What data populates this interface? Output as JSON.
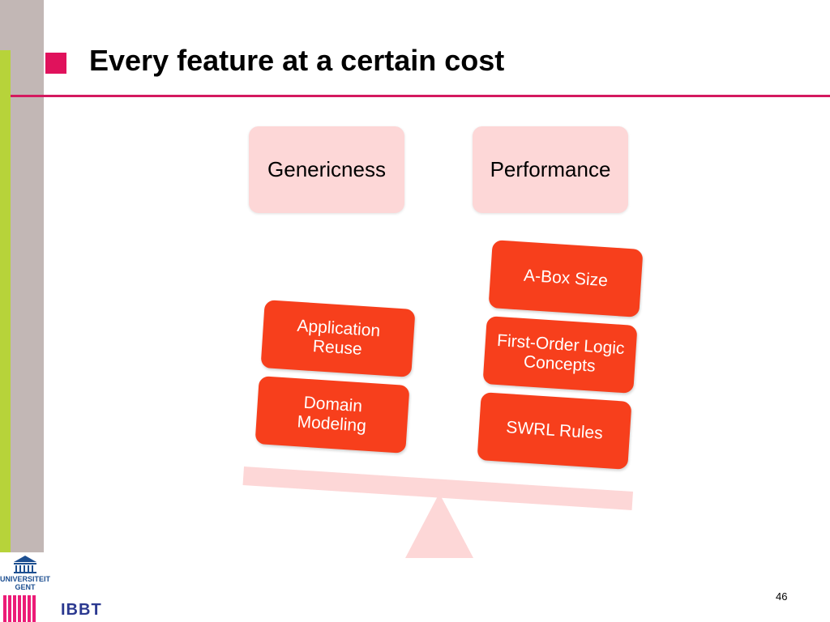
{
  "slide": {
    "title": "Every feature at a certain cost",
    "page_number": "46"
  },
  "diagram": {
    "left_header": "Genericness",
    "right_header": "Performance",
    "left_items": [
      "Application Reuse",
      "Domain Modeling"
    ],
    "right_items": [
      "A-Box Size",
      "First-Order Logic Concepts",
      "SWRL Rules"
    ]
  },
  "footer": {
    "logo_universiteit": "UNIVERSITEIT",
    "logo_gent": "GENT",
    "logo_ibbt": "IBBT"
  },
  "colors": {
    "accent": "#e0125c",
    "side_green": "#b7d33a",
    "side_gray": "#c2b7b5",
    "box_red": "#f73f1c",
    "box_pink": "#fdd7d7"
  }
}
